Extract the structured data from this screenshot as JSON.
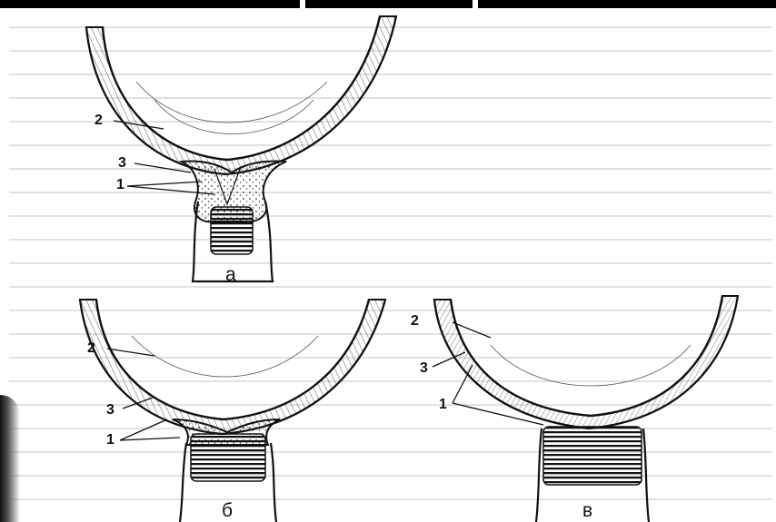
{
  "figures": [
    {
      "id": "a",
      "caption": "а",
      "labels": [
        "2",
        "3",
        "1"
      ]
    },
    {
      "id": "b",
      "caption": "б",
      "labels": [
        "2",
        "3",
        "1"
      ]
    },
    {
      "id": "c",
      "caption": "в",
      "labels": [
        "2",
        "3",
        "1"
      ]
    }
  ]
}
